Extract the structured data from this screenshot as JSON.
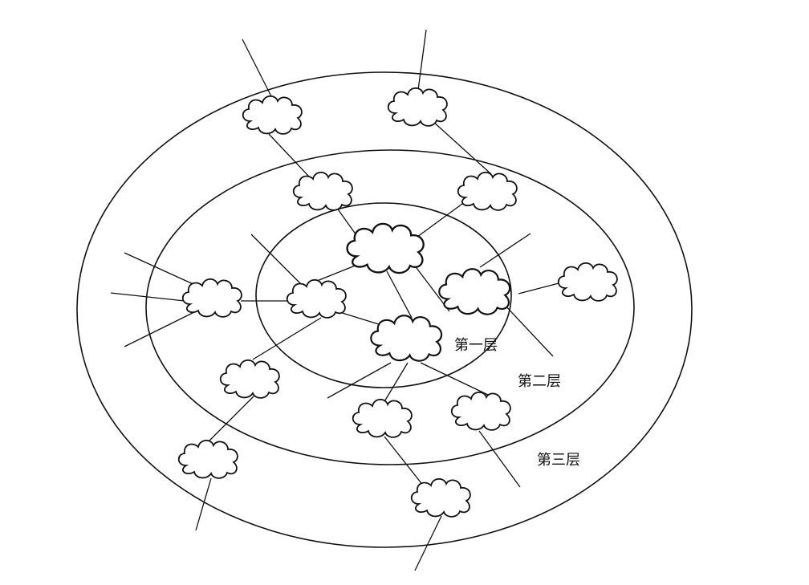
{
  "layers": [
    {
      "id": "layer-1",
      "label": "第一层"
    },
    {
      "id": "layer-2",
      "label": "第二层"
    },
    {
      "id": "layer-3",
      "label": "第三层"
    }
  ]
}
